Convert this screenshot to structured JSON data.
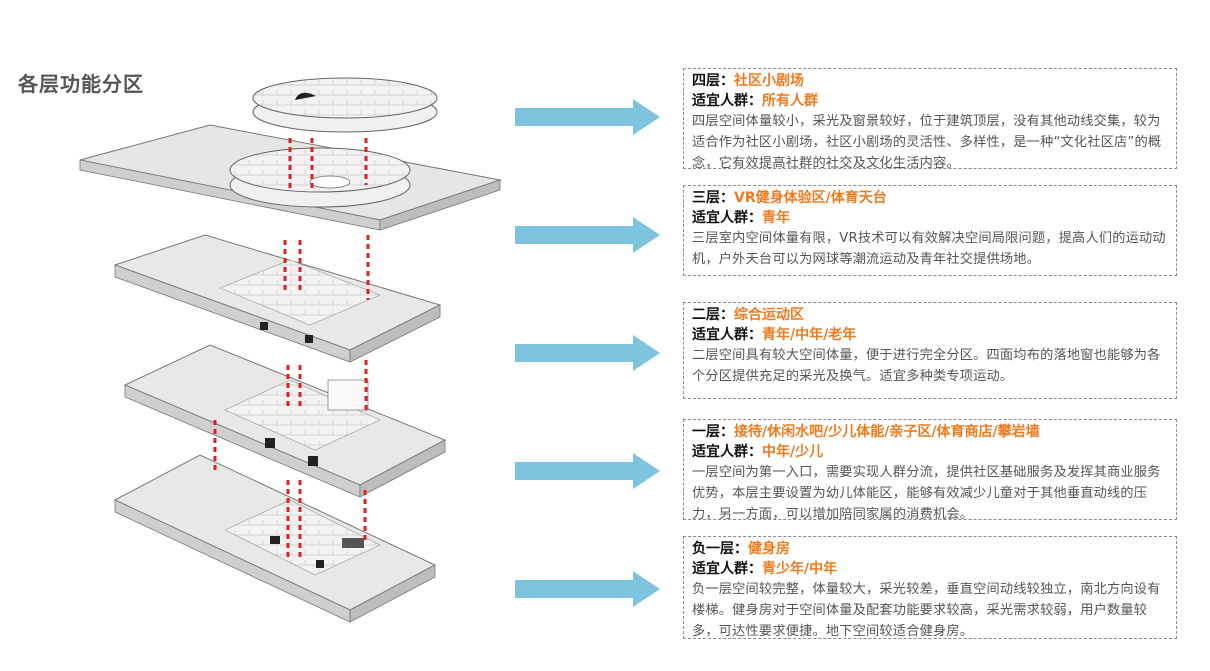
{
  "title": "各层功能分区",
  "colors": {
    "accent": "#f07a1e",
    "arrow": "#7ec3e0",
    "connector": "#e02020"
  },
  "floors": [
    {
      "floor_label": "四层：",
      "function": "社区小剧场",
      "crowd_label": "适宜人群：",
      "crowd": "所有人群",
      "desc": "四层空间体量较小，采光及窗景较好，位于建筑顶层，没有其他动线交集，较为适合作为社区小剧场，社区小剧场的灵活性、多样性，是一种“文化社区店”的概念，它有效提高社群的社交及文化生活内容。"
    },
    {
      "floor_label": "三层：",
      "function": "VR健身体验区/体育天台",
      "crowd_label": "适宜人群：",
      "crowd": "青年",
      "desc": "三层室内空间体量有限，VR技术可以有效解决空间局限问题，提高人们的运动动机，户外天台可以为网球等潮流运动及青年社交提供场地。"
    },
    {
      "floor_label": "二层：",
      "function": "综合运动区",
      "crowd_label": "适宜人群：",
      "crowd": "青年/中年/老年",
      "desc": "二层空间具有较大空间体量，便于进行完全分区。四面均布的落地窗也能够为各个分区提供充足的采光及换气。适宜多种类专项运动。"
    },
    {
      "floor_label": "一层：",
      "function": "接待/休闲水吧/少儿体能/亲子区/体育商店/攀岩墙",
      "crowd_label": "适宜人群：",
      "crowd": "中年/少儿",
      "desc": "一层空间为第一入口，需要实现人群分流，提供社区基础服务及发挥其商业服务优势，本层主要设置为幼儿体能区，能够有效减少儿童对于其他垂直动线的压力，另一方面，可以增加陪同家属的消费机会。"
    },
    {
      "floor_label": "负一层：",
      "function": "健身房",
      "crowd_label": "适宜人群：",
      "crowd": "青少年/中年",
      "desc": "负一层空间较完整，体量较大，采光较差，垂直空间动线较独立，南北方向设有楼梯。健身房对于空间体量及配套功能要求较高，采光需求较弱，用户数量较多，可达性要求便捷。地下空间较适合健身房。"
    }
  ]
}
